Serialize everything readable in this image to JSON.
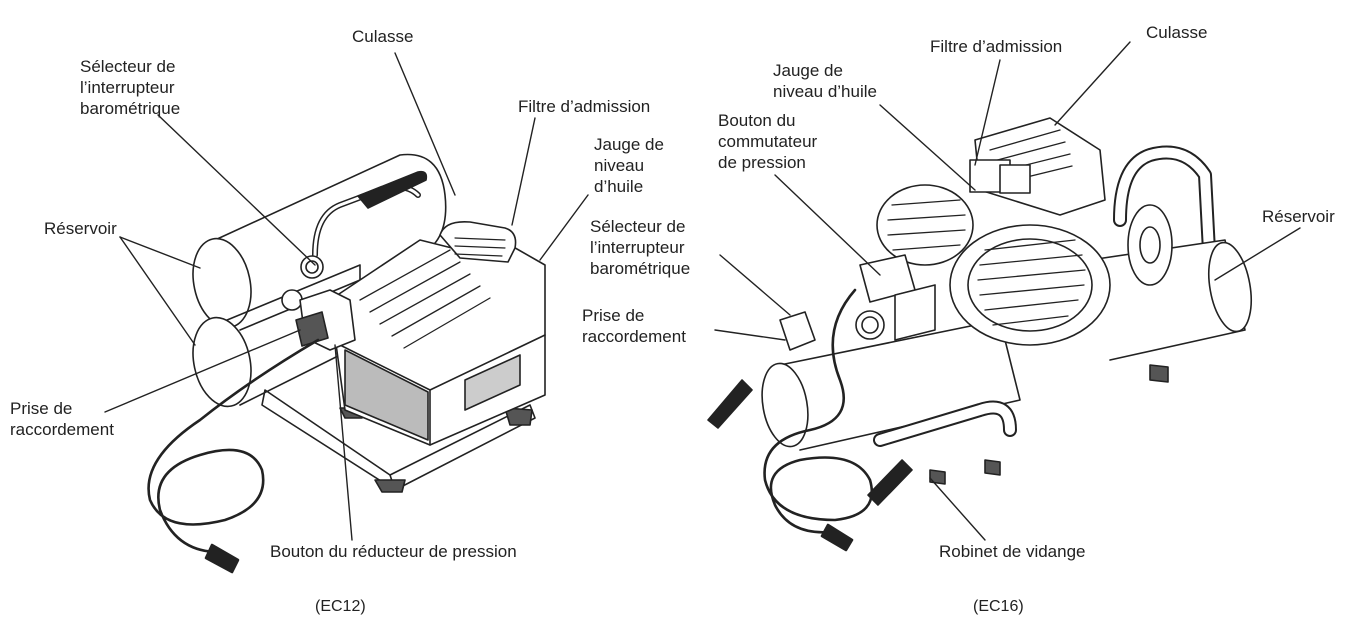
{
  "ec12": {
    "caption": "(EC12)",
    "labels": {
      "culasse": "Culasse",
      "selecteur": "Sélecteur de\nl’interrupteur\nbarométrique",
      "filtre": "Filtre d’admission",
      "jauge": "Jauge de\nniveau\nd’huile",
      "reservoir": "Réservoir",
      "prise": "Prise de\nraccordement",
      "bouton_reducteur": "Bouton du réducteur de pression"
    }
  },
  "ec16": {
    "caption": "(EC16)",
    "labels": {
      "filtre": "Filtre d’admission",
      "culasse": "Culasse",
      "jauge": "Jauge de\nniveau d’huile",
      "bouton_commutateur": "Bouton du\ncommutateur\nde pression",
      "selecteur": "Sélecteur de\nl’interrupteur\nbarométrique",
      "reservoir": "Réservoir",
      "prise": "Prise de\nraccordement",
      "robinet": "Robinet de vidange"
    }
  }
}
